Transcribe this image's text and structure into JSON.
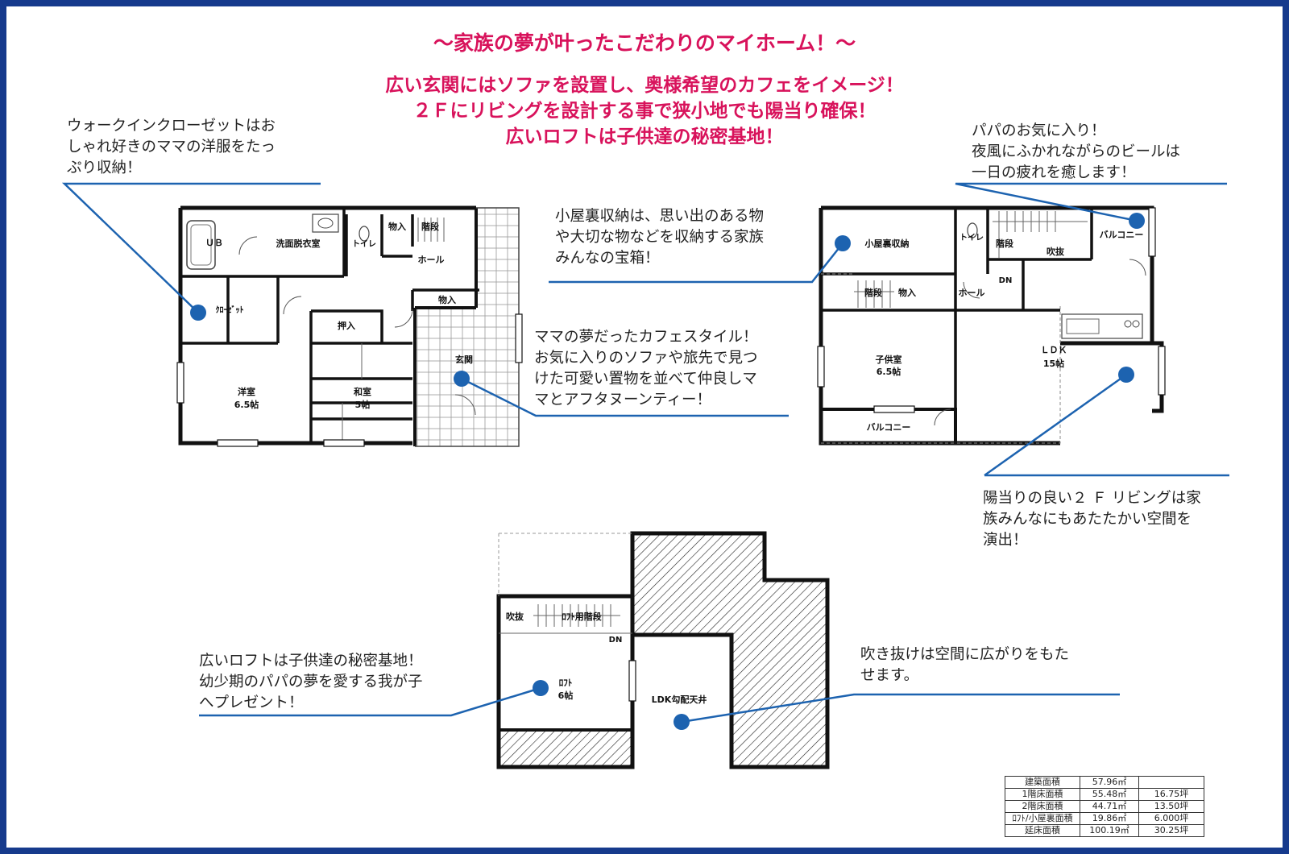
{
  "headline": {
    "title": "～家族の夢が叶ったこだわりのマイホーム！～",
    "line1": "広い玄関にはソファを設置し、奥様希望のカフェをイメージ！",
    "line2": "２Ｆにリビングを設計する事で狭小地でも陽当り確保！",
    "line3": "広いロフトは子供達の秘密基地！"
  },
  "captions": {
    "closet": "ウォークインクローゼットはお\nしゃれ好きのママの洋服をたっ\nぷり収納！",
    "balcony": "パパのお気に入り！\n夜風にふかれながらのビールは\n一日の疲れを癒します！",
    "attic": "小屋裏収納は、思い出のある物\nや大切な物などを収納する家族\nみんなの宝箱！",
    "entrance": "ママの夢だったカフェスタイル！\nお気に入りのソファや旅先で見つ\nけた可愛い置物を並べて仲良しマ\nマとアフタヌーンティー！",
    "living": "陽当りの良い２ Ｆ リビングは家\n族みんなにもあたたかい空間を\n演出！",
    "loft": "広いロフトは子供達の秘密基地！\n幼少期のパパの夢を愛する我が子\nへプレゼント！",
    "void": "吹き抜けは空間に広がりをもた\nせます。"
  },
  "rooms": {
    "f1": {
      "ub": "ＵＢ",
      "washroom": "洗面脱衣室",
      "toilet": "トイレ",
      "storage_top": "物入",
      "stairs": "階段",
      "hall": "ホール",
      "storage_mid": "物入",
      "closet": "ｸﾛｰｾﾞｯﾄ",
      "oshiire": "押入",
      "entrance": "玄関",
      "western": "洋室",
      "western_size": "6.5帖",
      "japanese": "和室",
      "japanese_size": "5帖"
    },
    "f2": {
      "attic": "小屋裏収納",
      "toilet": "トイレ",
      "stairs": "階段",
      "void": "吹抜",
      "balcony_top": "バルコニー",
      "dn": "DN",
      "stairs2": "階段",
      "storage": "物入",
      "hall": "ホール",
      "kids": "子供室",
      "kids_size": "6.5帖",
      "ldk": "ＬＤＫ",
      "ldk_size": "15帖",
      "balcony_bottom": "バルコニー"
    },
    "loft": {
      "void": "吹抜",
      "stairs": "ﾛﾌﾄ用階段",
      "dn": "DN",
      "loft": "ﾛﾌﾄ",
      "loft_size": "6帖",
      "ceiling": "LDK勾配天井"
    }
  },
  "area_table": [
    {
      "label": "建築面積",
      "m2": "57.96㎡",
      "tsubo": ""
    },
    {
      "label": "1階床面積",
      "m2": "55.48㎡",
      "tsubo": "16.75坪"
    },
    {
      "label": "2階床面積",
      "m2": "44.71㎡",
      "tsubo": "13.50坪"
    },
    {
      "label": "ﾛﾌﾄ/小屋裏面積",
      "m2": "19.86㎡",
      "tsubo": "6.000坪"
    },
    {
      "label": "延床面積",
      "m2": "100.19㎡",
      "tsubo": "30.25坪"
    }
  ],
  "colors": {
    "frame": "#163a8c",
    "headline": "#d8125b",
    "leader": "#1d63b0",
    "wall": "#111111"
  }
}
